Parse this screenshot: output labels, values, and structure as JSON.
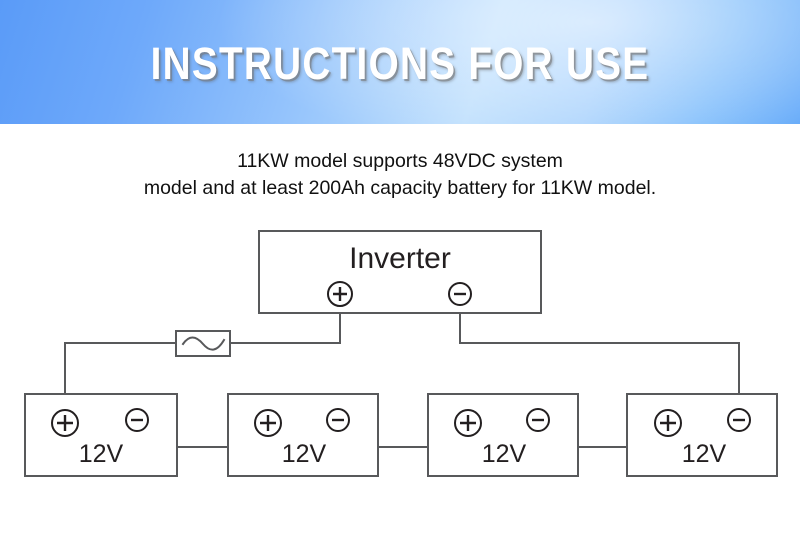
{
  "header": {
    "title": "INSTRUCTIONS FOR USE",
    "gradient_from": "#5a9bf8",
    "gradient_to": "#bedffd"
  },
  "caption": {
    "line1": "11KW model supports 48VDC system",
    "line2": "model and at least 200Ah capacity battery for 11KW model."
  },
  "diagram": {
    "line_color": "#58595b",
    "inverter": {
      "label": "Inverter",
      "terminals": [
        {
          "polarity": "plus",
          "symbol": "+"
        },
        {
          "polarity": "minus",
          "symbol": "-"
        }
      ]
    },
    "fuse": {
      "name": "fuse"
    },
    "batteries": [
      {
        "label": "12V",
        "terminals": [
          {
            "polarity": "plus",
            "symbol": "+"
          },
          {
            "polarity": "minus",
            "symbol": "-"
          }
        ]
      },
      {
        "label": "12V",
        "terminals": [
          {
            "polarity": "plus",
            "symbol": "+"
          },
          {
            "polarity": "minus",
            "symbol": "-"
          }
        ]
      },
      {
        "label": "12V",
        "terminals": [
          {
            "polarity": "plus",
            "symbol": "+"
          },
          {
            "polarity": "minus",
            "symbol": "-"
          }
        ]
      },
      {
        "label": "12V",
        "terminals": [
          {
            "polarity": "plus",
            "symbol": "+"
          },
          {
            "polarity": "minus",
            "symbol": "-"
          }
        ]
      }
    ]
  }
}
